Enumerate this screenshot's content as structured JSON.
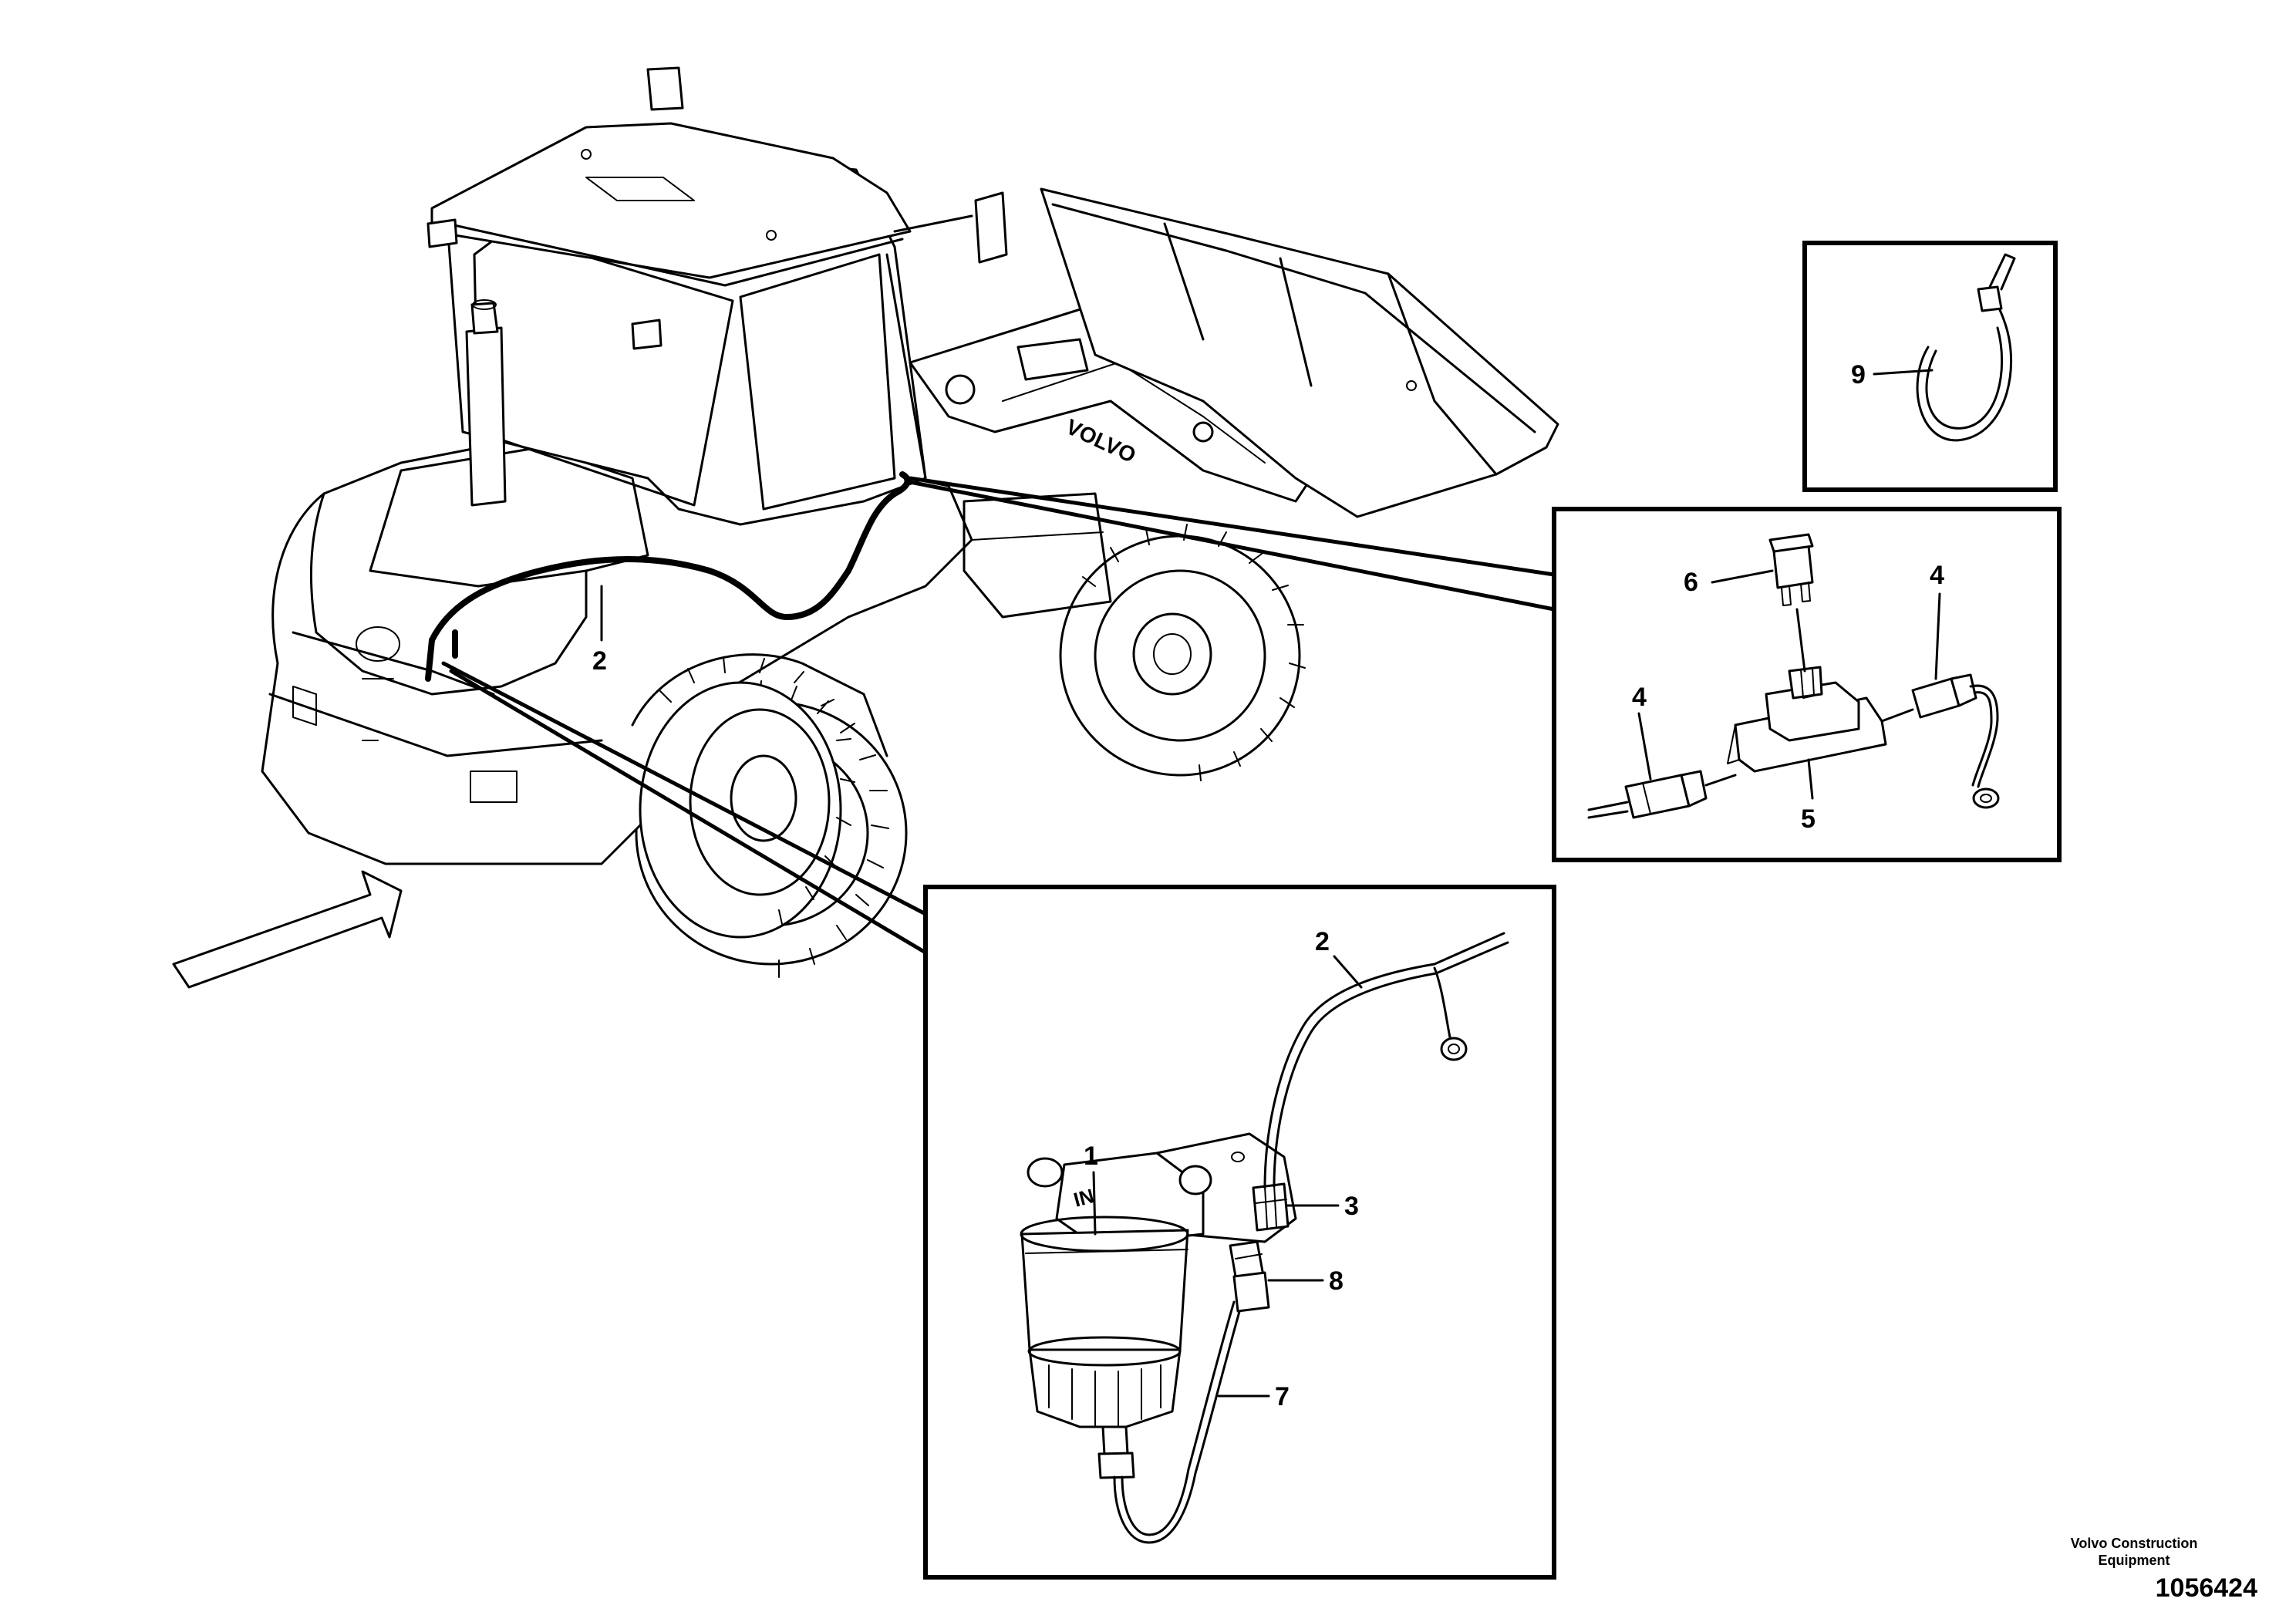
{
  "callouts": {
    "c1": "1",
    "c2_machine": "2",
    "c2_detail": "2",
    "c3": "3",
    "c4_left": "4",
    "c4_right": "4",
    "c5": "5",
    "c6": "6",
    "c7": "7",
    "c8": "8",
    "c9": "9"
  },
  "markings": {
    "brand_on_arm": "VOLVO",
    "filter_inlet": "IN"
  },
  "footer": {
    "brand_line1": "Volvo Construction",
    "brand_line2": "Equipment",
    "drawing_number": "1056424"
  }
}
